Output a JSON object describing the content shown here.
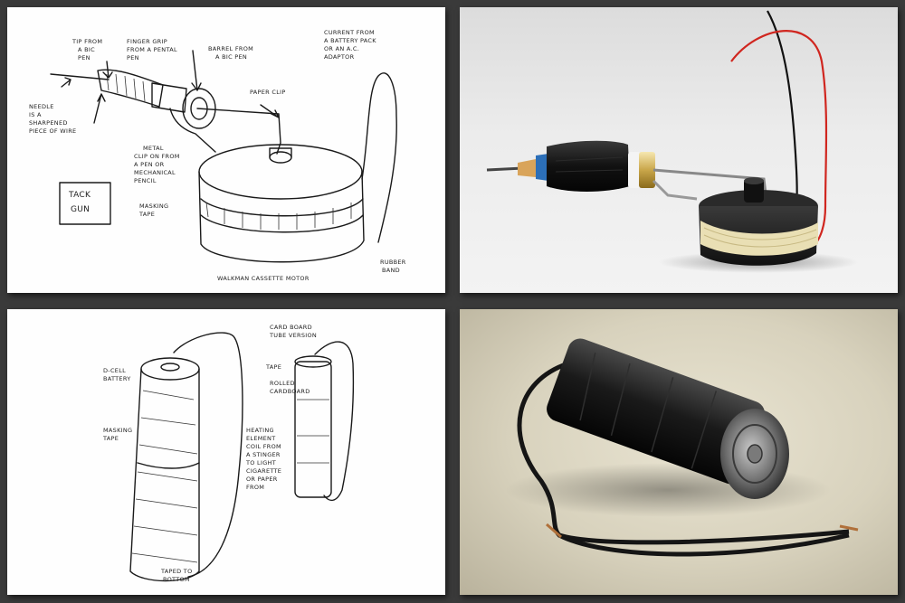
{
  "sketch_tack_gun": {
    "label_tip": "TIP FROM\nA BIC\nPEN",
    "label_finger_grip": "FINGER GRIP\nFROM A PENTAL\nPEN",
    "label_barrel": "BARREL FROM\nA BIC PEN",
    "label_current": "CURRENT FROM\nA BATTERY PACK\nOR AN A.C.\nADAPTOR",
    "label_paper_clip": "PAPER CLIP",
    "label_needle": "NEEDLE\nIS A\nSHARPENED\nPIECE OF WIRE",
    "label_metal_clip": "METAL\nCLIP ON FROM\nA PEN OR\nMECHANICAL\nPENCIL",
    "label_title": "TACK\nGUN",
    "label_masking_tape": "MASKING\nTAPE",
    "label_rubber_band": "RUBBER\nBAND",
    "label_motor": "WALKMAN CASSETTE MOTOR"
  },
  "sketch_battery": {
    "label_cardboard": "CARD BOARD\nTUBE VERSION",
    "label_d_cell": "D-CELL\nBATTERY",
    "label_tape": "TAPE",
    "label_rolled": "ROLLED\nCARDBOARD",
    "label_masking_tape": "MASKING\nTAPE",
    "label_heating": "HEATING\nELEMENT\nCOIL FROM\nA STINGER\nTO LIGHT\nCIGARETTE\nOR PAPER\nFROM",
    "label_taped": "TAPED TO\nBOTTOM"
  },
  "colors": {
    "background": "#3a3a3a",
    "paper": "#fefefe",
    "ink": "#1a1a1a",
    "wire_red": "#d0261f"
  }
}
